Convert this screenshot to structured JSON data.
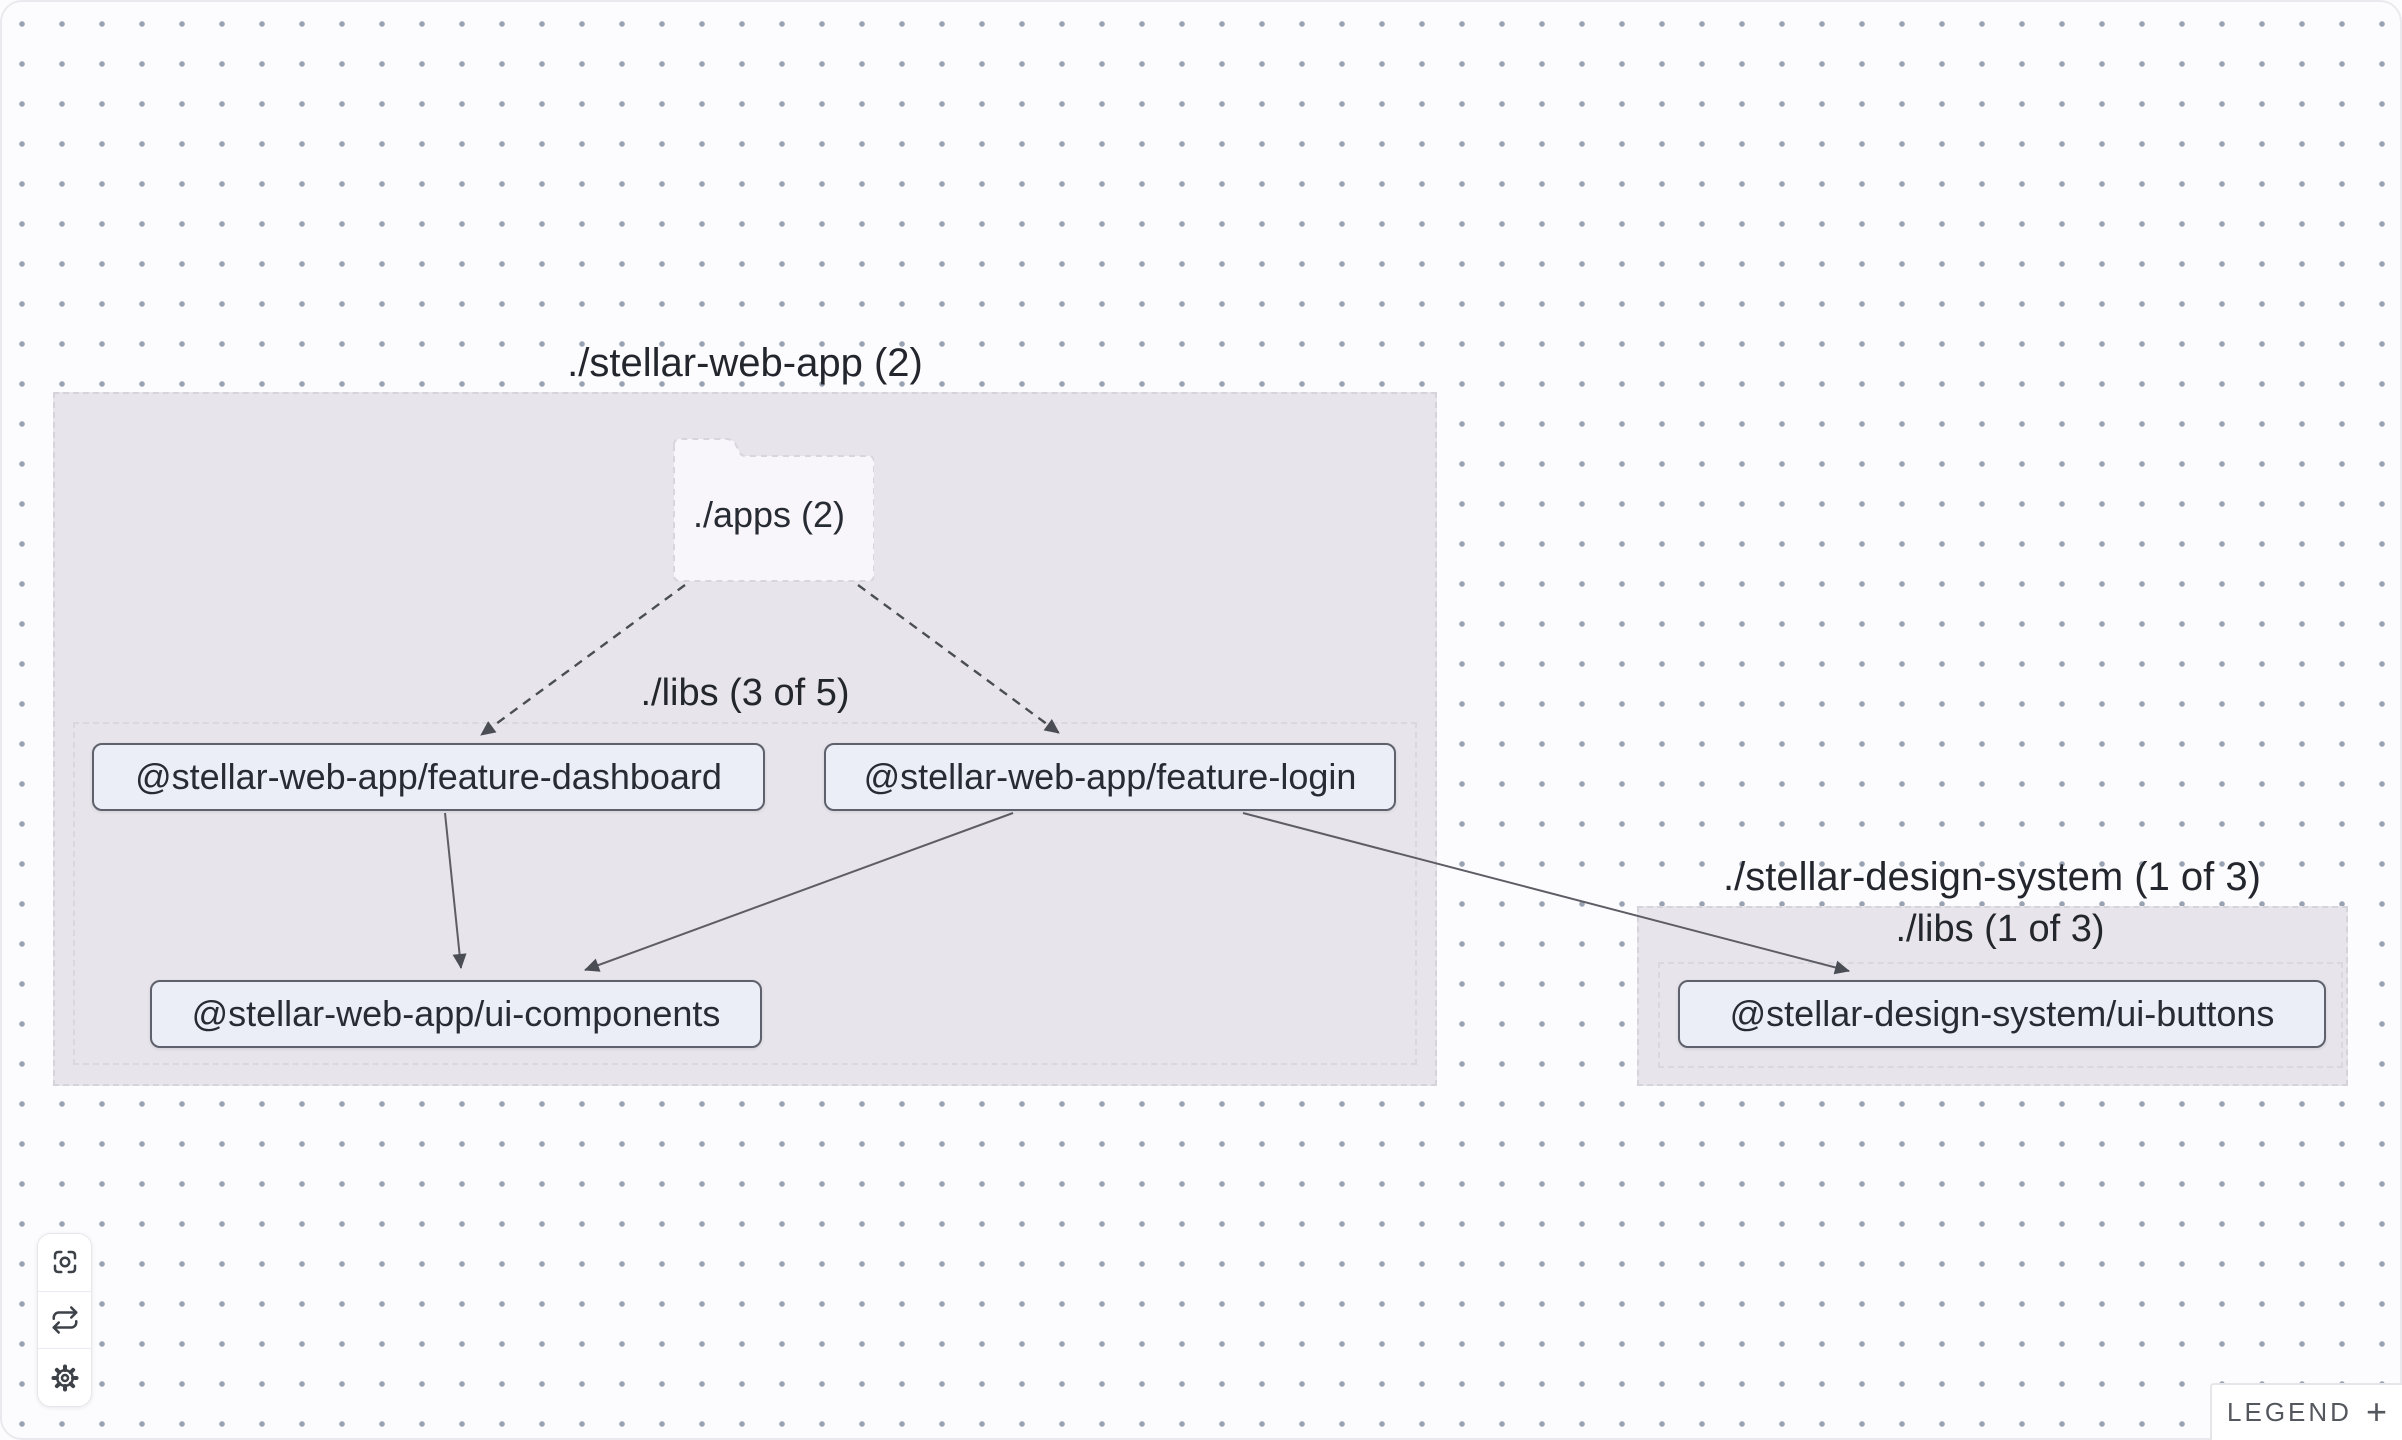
{
  "groups": [
    {
      "title": "./stellar-web-app (2)",
      "folder": {
        "label": "./apps (2)"
      },
      "libs": {
        "label": "./libs (3 of 5)"
      },
      "nodes": [
        {
          "label": "@stellar-web-app/feature-dashboard"
        },
        {
          "label": "@stellar-web-app/feature-login"
        },
        {
          "label": "@stellar-web-app/ui-components"
        }
      ]
    },
    {
      "title": "./stellar-design-system (1 of 3)",
      "libs": {
        "label": "./libs (1 of 3)"
      },
      "nodes": [
        {
          "label": "@stellar-design-system/ui-buttons"
        }
      ]
    }
  ],
  "edges": [
    {
      "from": "./apps",
      "to": "@stellar-web-app/feature-dashboard",
      "style": "dashed"
    },
    {
      "from": "./apps",
      "to": "@stellar-web-app/feature-login",
      "style": "dashed"
    },
    {
      "from": "@stellar-web-app/feature-dashboard",
      "to": "@stellar-web-app/ui-components",
      "style": "solid"
    },
    {
      "from": "@stellar-web-app/feature-login",
      "to": "@stellar-web-app/ui-components",
      "style": "solid"
    },
    {
      "from": "@stellar-web-app/feature-login",
      "to": "@stellar-design-system/ui-buttons",
      "style": "solid"
    }
  ],
  "toolbar": {
    "buttons": [
      {
        "icon": "focus-icon"
      },
      {
        "icon": "refresh-icon"
      },
      {
        "icon": "settings-icon"
      }
    ]
  },
  "legend": {
    "label": "LEGEND",
    "toggle": "+"
  },
  "colors": {
    "canvas_bg": "#fcfcfe",
    "dot": "#9aa3b2",
    "group_fill": "#e7e5eb",
    "group_border": "#d6d3db",
    "subgroup_border": "#d9d7df",
    "folder_fill": "#f8f6fa",
    "node_fill": "#ebeef7",
    "node_border": "#5e616b",
    "node_text": "#272b33",
    "title_text": "#23262d",
    "edge_solid": "#5e5c64",
    "edge_dashed": "#4b4d55",
    "legend_text": "#54575d"
  }
}
